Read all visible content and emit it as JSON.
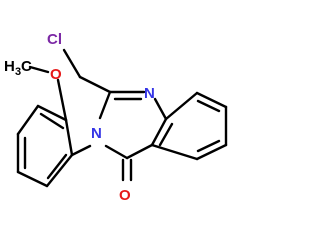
{
  "molecule": {
    "atoms": {
      "chlorine": {
        "symbol": "Cl",
        "color": "#7b28a5"
      },
      "n1": {
        "symbol": "N",
        "color": "#3535e6"
      },
      "n3": {
        "symbol": "N",
        "color": "#3535e6"
      },
      "carbonyl_o": {
        "symbol": "O",
        "color": "#e61919"
      },
      "methoxy_o": {
        "symbol": "O",
        "color": "#e61919"
      },
      "methyl": {
        "symbol": "H",
        "subscript": "3",
        "carbon": "C",
        "color": "#000000"
      }
    }
  }
}
